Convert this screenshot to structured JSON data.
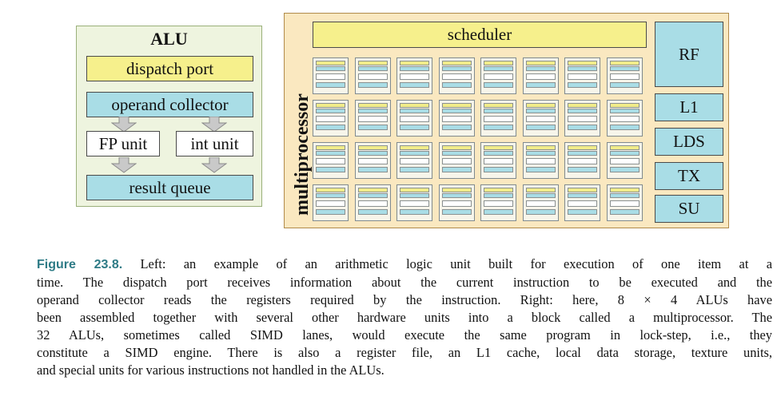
{
  "alu": {
    "title": "ALU",
    "dispatch_port": "dispatch port",
    "operand_collector": "operand collector",
    "fp_unit": "FP unit",
    "int_unit": "int unit",
    "result_queue": "result queue"
  },
  "multiprocessor": {
    "label": "multiprocessor",
    "scheduler": "scheduler",
    "units": [
      "RF",
      "L1",
      "LDS",
      "TX",
      "SU"
    ],
    "alu_grid": {
      "columns": 8,
      "rows": 4
    }
  },
  "colors": {
    "yellow": "#f6f08c",
    "cyan": "#a9dde6",
    "alu_background": "#eef4df",
    "multiprocessor_background": "#fae8c0",
    "figure_label": "#2e7b86"
  },
  "caption": {
    "figure_label": "Figure 23.8.",
    "lines": [
      "Left: an example of an arithmetic logic unit built for execution of one item at a",
      "time. The dispatch port receives information about the current instruction to be executed and the",
      "operand collector reads the registers required by the instruction. Right: here, 8 × 4 ALUs have",
      "been assembled together with several other hardware units into a block called a multiprocessor. The",
      "32 ALUs, sometimes called SIMD lanes, would execute the same program in lock-step, i.e., they",
      "constitute a SIMD engine. There is also a register file, an L1 cache, local data storage, texture units,",
      "and special units for various instructions not handled in the ALUs."
    ]
  }
}
